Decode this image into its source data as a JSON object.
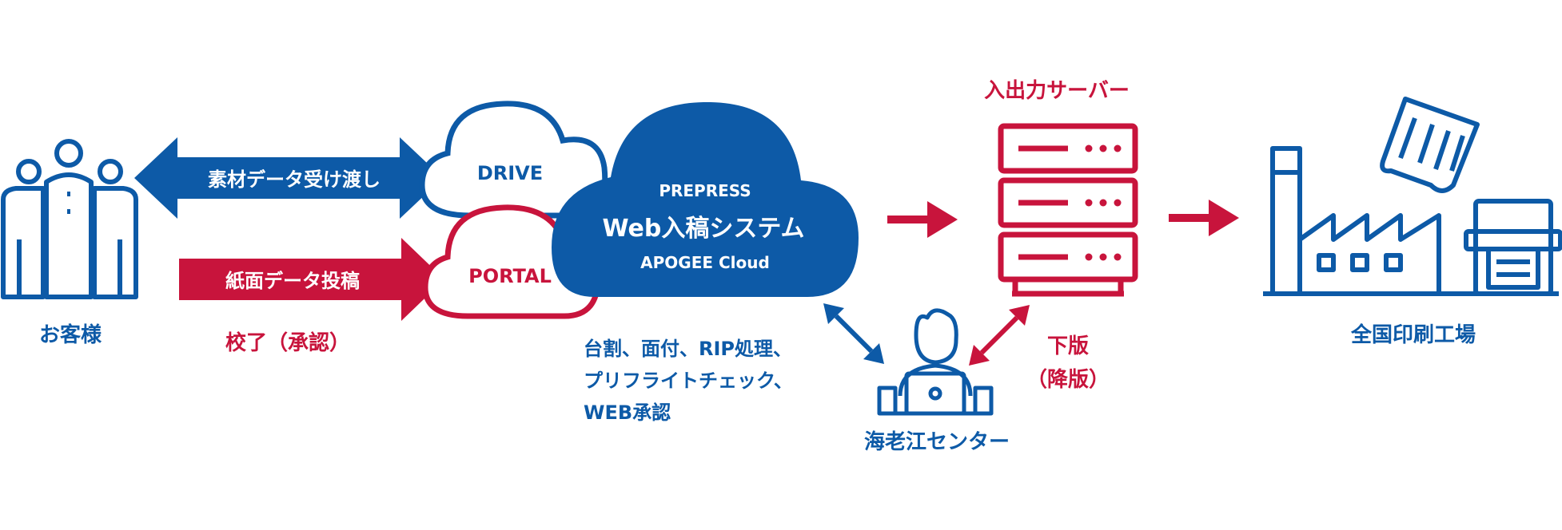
{
  "colors": {
    "blue": "#0d5aa7",
    "red": "#c8143c",
    "white": "#ffffff"
  },
  "customer": {
    "label": "お客様",
    "icon": "customers-group-icon"
  },
  "arrows": {
    "material_exchange": "素材データ受け渡し",
    "paper_data_submission": "紙面データ投稿",
    "proof_approval": "校了（承認）"
  },
  "clouds": {
    "drive": "DRIVE",
    "portal": "PORTAL",
    "main": {
      "line1": "PREPRESS",
      "line2": "Web入稿システム",
      "line3": "APOGEE Cloud"
    }
  },
  "processing": {
    "line1": "台割、面付、RIP処理、",
    "line2": "プリフライトチェック、",
    "line3": "WEB承認"
  },
  "server": {
    "label": "入出力サーバー",
    "icon": "server-rack-icon"
  },
  "center": {
    "label": "海老江センター",
    "icon": "operator-laptop-icon"
  },
  "plate": {
    "line1": "下版",
    "line2": "（降版）"
  },
  "factory": {
    "label": "全国印刷工場",
    "icon": "factory-icon"
  }
}
